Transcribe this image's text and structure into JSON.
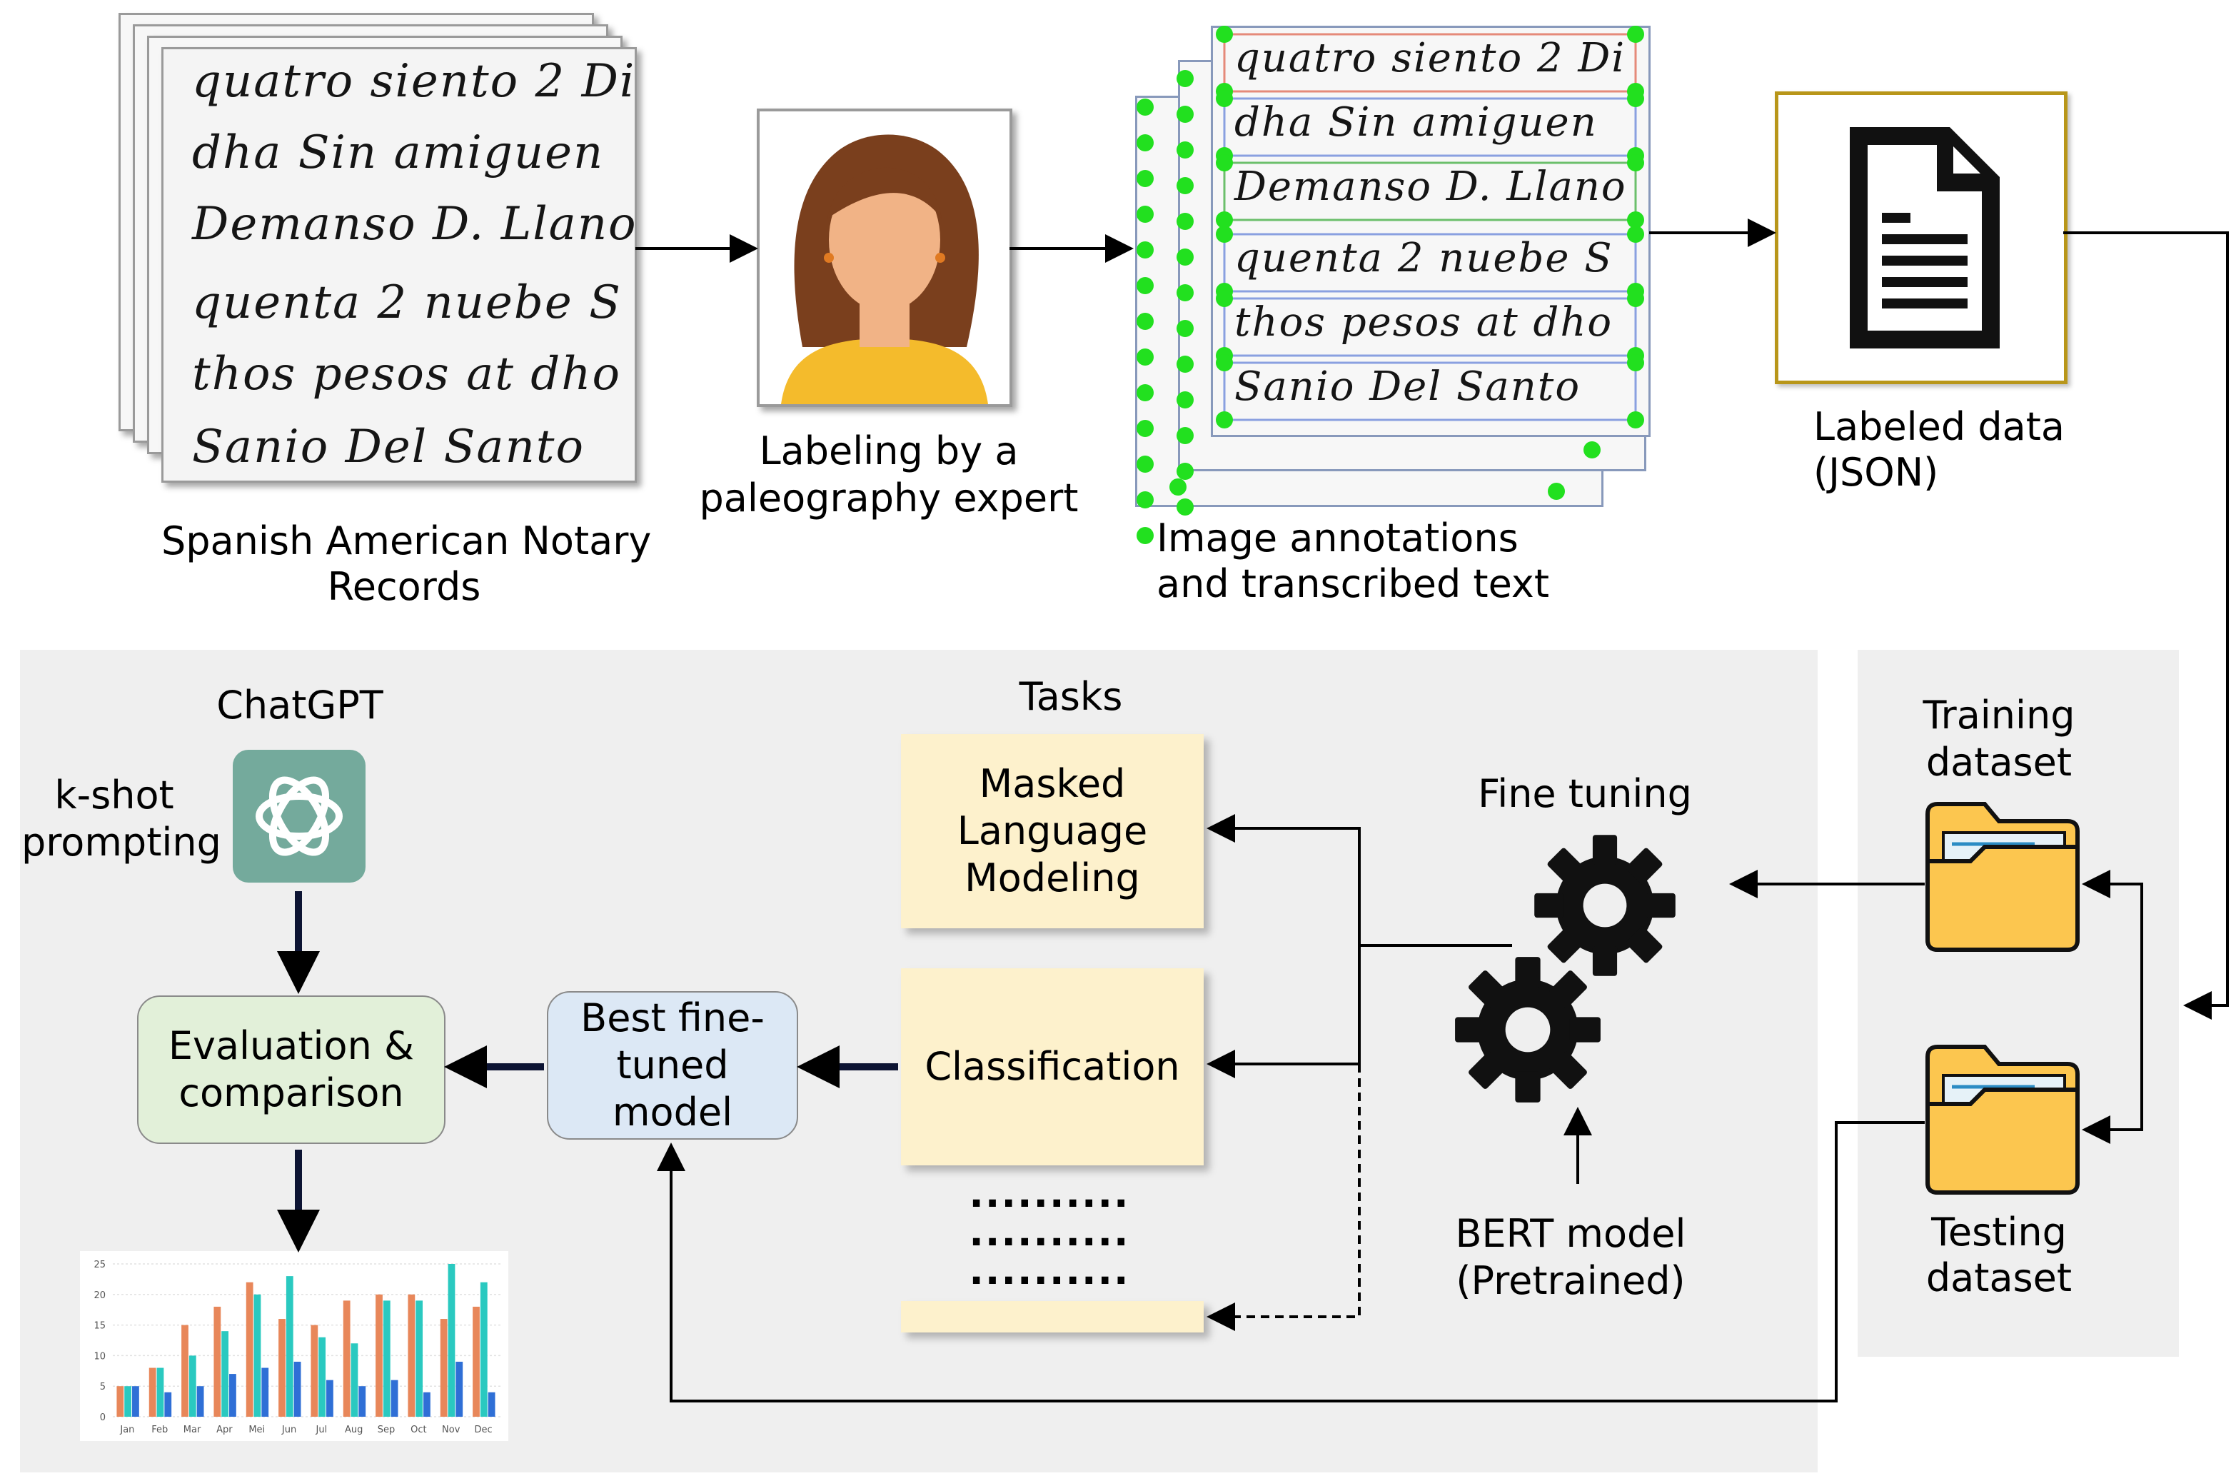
{
  "records": {
    "label_line1": "Spanish American Notary",
    "label_line2": "Records",
    "script_lines": [
      "quatro siento 2 Di",
      "dha Sin amiguen",
      "Demanso D. Llano",
      "quenta 2 nuebe S",
      "thos pesos at dho",
      "Sanio Del Santo"
    ]
  },
  "expert": {
    "label_line1": "Labeling by a",
    "label_line2": "paleography expert"
  },
  "annotations": {
    "label_line1": "Image annotations",
    "label_line2": "and transcribed text",
    "point_color": "#22e01f"
  },
  "labeled": {
    "label_line1": "Labeled data",
    "label_line2": "(JSON)",
    "border_color": "#b8961a"
  },
  "chatgpt": {
    "title": "ChatGPT",
    "kshot_line1": "k-shot",
    "kshot_line2": "prompting",
    "logo_color": "#74aa9c"
  },
  "tasks": {
    "title": "Tasks",
    "mlm_line1": "Masked",
    "mlm_line2": "Language",
    "mlm_line3": "Modeling",
    "classification": "Classification",
    "dots": [
      "..........",
      "..........",
      ".........."
    ]
  },
  "fine_tuning": {
    "label": "Fine tuning"
  },
  "bert": {
    "label_line1": "BERT model",
    "label_line2": "(Pretrained)"
  },
  "best_model": {
    "line1": "Best fine-",
    "line2": "tuned",
    "line3": "model",
    "fill": "#dce8f5"
  },
  "evaluation": {
    "line1": "Evaluation &",
    "line2": "comparison",
    "fill": "#e2f0d9"
  },
  "datasets": {
    "training_line1": "Training",
    "training_line2": "dataset",
    "testing_line1": "Testing",
    "testing_line2": "dataset",
    "folder_color": "#fcc64f"
  },
  "chart_data": {
    "type": "bar",
    "categories": [
      "Jan",
      "Feb",
      "Mar",
      "Apr",
      "Mei",
      "Jun",
      "Jul",
      "Aug",
      "Sep",
      "Oct",
      "Nov",
      "Dec"
    ],
    "series": [
      {
        "values": [
          5,
          8,
          15,
          18,
          22,
          16,
          15,
          19,
          20,
          20,
          16,
          18
        ]
      },
      {
        "values": [
          5,
          8,
          10,
          14,
          20,
          23,
          13,
          12,
          19,
          19,
          25,
          22
        ]
      },
      {
        "values": [
          5,
          4,
          5,
          7,
          8,
          9,
          6,
          5,
          6,
          4,
          9,
          4
        ]
      }
    ],
    "colors": [
      "#e8875a",
      "#2ac9c0",
      "#2f6fd6"
    ],
    "yticks": [
      0,
      5,
      10,
      15,
      20,
      25
    ],
    "ylim": [
      0,
      25
    ],
    "grid": true
  }
}
